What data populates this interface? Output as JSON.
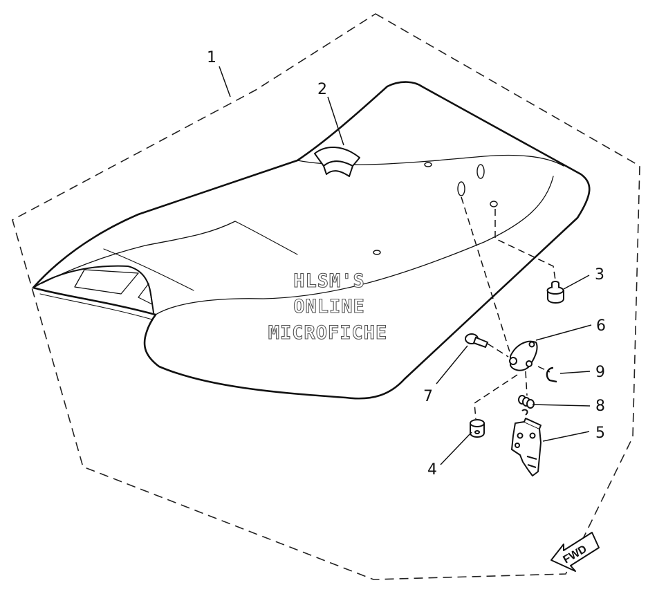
{
  "diagram": {
    "callouts": [
      "1",
      "2",
      "3",
      "4",
      "5",
      "6",
      "7",
      "8",
      "9"
    ],
    "watermark": [
      "HLSM'S",
      "ONLINE",
      "MICROFICHE"
    ],
    "direction_label": "FWD"
  }
}
